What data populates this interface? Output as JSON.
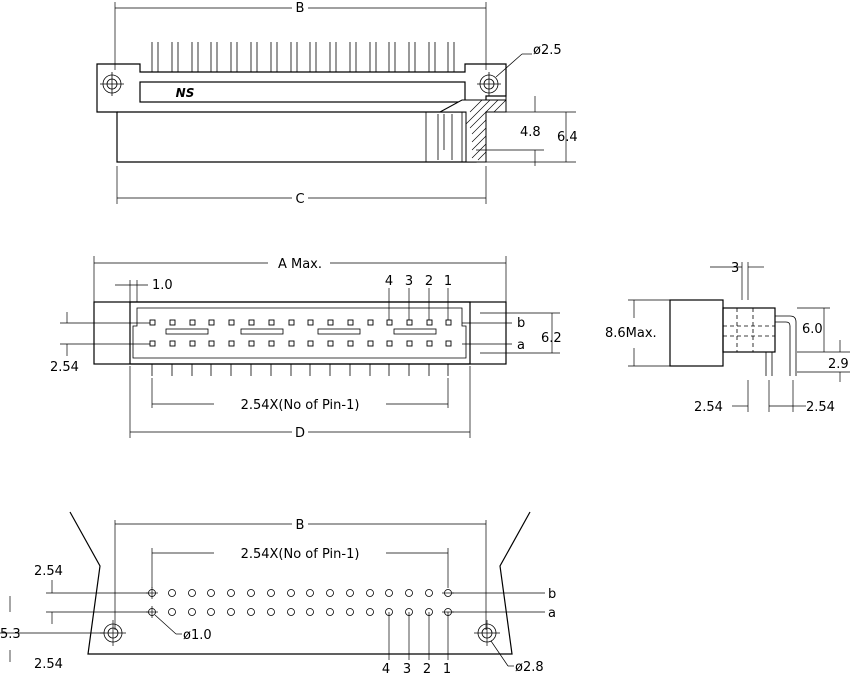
{
  "labels": {
    "dim_b_top": "B",
    "dim_c": "C",
    "hole_dia_top": "ø2.5",
    "dim_4_8": "4.8",
    "dim_6_4": "6.4",
    "dim_a_max": "A Max.",
    "dim_1_0": "1.0",
    "pin_num_4": "4",
    "pin_num_3": "3",
    "pin_num_2": "2",
    "pin_num_1": "1",
    "row_b": "b",
    "row_a": "a",
    "dim_6_2": "6.2",
    "dim_2_54_left": "2.54",
    "pitch_formula": "2.54X(No of Pin-1)",
    "dim_d": "D",
    "dim_3": "3",
    "dim_8_6_max": "8.6Max.",
    "dim_6_0": "6.0",
    "dim_2_9": "2.9",
    "dim_2_54_side_left": "2.54",
    "dim_2_54_side_right": "2.54",
    "dim_b_bottom": "B",
    "pitch_formula_bottom": "2.54X(No of Pin-1)",
    "dim_2_54_bottom_top": "2.54",
    "dim_5_3": "5.3",
    "dim_2_54_bottom": "2.54",
    "hole_dia_pin": "ø1.0",
    "hole_dia_mount": "ø2.8",
    "row_b_bottom": "b",
    "row_a_bottom": "a",
    "pin_num_bottom_4": "4",
    "pin_num_bottom_3": "3",
    "pin_num_bottom_2": "2",
    "pin_num_bottom_1": "1"
  },
  "logo": "NS"
}
